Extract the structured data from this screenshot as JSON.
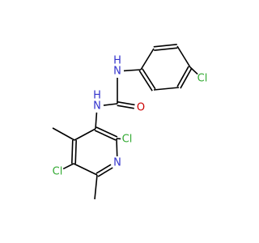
{
  "structure": {
    "atoms": [
      {
        "id": "a1",
        "label": "",
        "x": 0,
        "y": 0
      },
      {
        "id": "a2",
        "label": "",
        "x": 0,
        "y": 0
      },
      {
        "id": "a3",
        "label": "",
        "x": 0,
        "y": 0
      },
      {
        "id": "a4",
        "label": "",
        "x": 0,
        "y": 0
      },
      {
        "id": "a5",
        "label": "",
        "x": 0,
        "y": 0
      },
      {
        "id": "a6",
        "label": "",
        "x": 0,
        "y": 0
      },
      {
        "id": "cl1",
        "label": "Cl",
        "x": 0,
        "y": 0
      },
      {
        "id": "n1",
        "label": "N",
        "x": 0,
        "y": 0
      },
      {
        "id": "h1",
        "label": "H",
        "x": 0,
        "y": 0
      },
      {
        "id": "c7",
        "label": "",
        "x": 0,
        "y": 0
      },
      {
        "id": "o1",
        "label": "O",
        "x": 0,
        "y": 0
      },
      {
        "id": "n2",
        "label": "N",
        "x": 0,
        "y": 0
      },
      {
        "id": "h2",
        "label": "H",
        "x": 0,
        "y": 0
      },
      {
        "id": "p1",
        "label": "",
        "x": 0,
        "y": 0
      },
      {
        "id": "p2",
        "label": "",
        "x": 0,
        "y": 0
      },
      {
        "id": "cl2",
        "label": "Cl",
        "x": 0,
        "y": 0
      },
      {
        "id": "pn",
        "label": "N",
        "x": 0,
        "y": 0
      },
      {
        "id": "p4",
        "label": "",
        "x": 0,
        "y": 0
      },
      {
        "id": "me1",
        "label": "",
        "x": 0,
        "y": 0
      },
      {
        "id": "p5",
        "label": "",
        "x": 0,
        "y": 0
      },
      {
        "id": "cl3",
        "label": "Cl",
        "x": 0,
        "y": 0
      },
      {
        "id": "p6",
        "label": "",
        "x": 0,
        "y": 0
      },
      {
        "id": "me2",
        "label": "",
        "x": 0,
        "y": 0
      }
    ],
    "bonds": [
      [
        "a1",
        "a2",
        1
      ],
      [
        "a2",
        "a3",
        2
      ],
      [
        "a3",
        "a4",
        1
      ],
      [
        "a4",
        "a5",
        2
      ],
      [
        "a5",
        "a6",
        1
      ],
      [
        "a6",
        "a1",
        2
      ],
      [
        "a4",
        "cl1",
        1
      ],
      [
        "a1",
        "n1",
        1
      ],
      [
        "n1",
        "c7",
        1
      ],
      [
        "c7",
        "o1",
        2
      ],
      [
        "c7",
        "n2",
        1
      ],
      [
        "n2",
        "p1",
        1
      ],
      [
        "p1",
        "p2",
        2
      ],
      [
        "p2",
        "pn",
        1
      ],
      [
        "pn",
        "p4",
        2
      ],
      [
        "p4",
        "p5",
        1
      ],
      [
        "p5",
        "p6",
        2
      ],
      [
        "p6",
        "p1",
        1
      ],
      [
        "p2",
        "cl2",
        1
      ],
      [
        "p4",
        "me1",
        1
      ],
      [
        "p5",
        "cl3",
        1
      ],
      [
        "p6",
        "me2",
        1
      ]
    ],
    "colors": {
      "N": "#3333cc",
      "O": "#cc0000",
      "Cl": "#33aa33",
      "H": "#3333cc",
      "bond": "#000000"
    }
  }
}
